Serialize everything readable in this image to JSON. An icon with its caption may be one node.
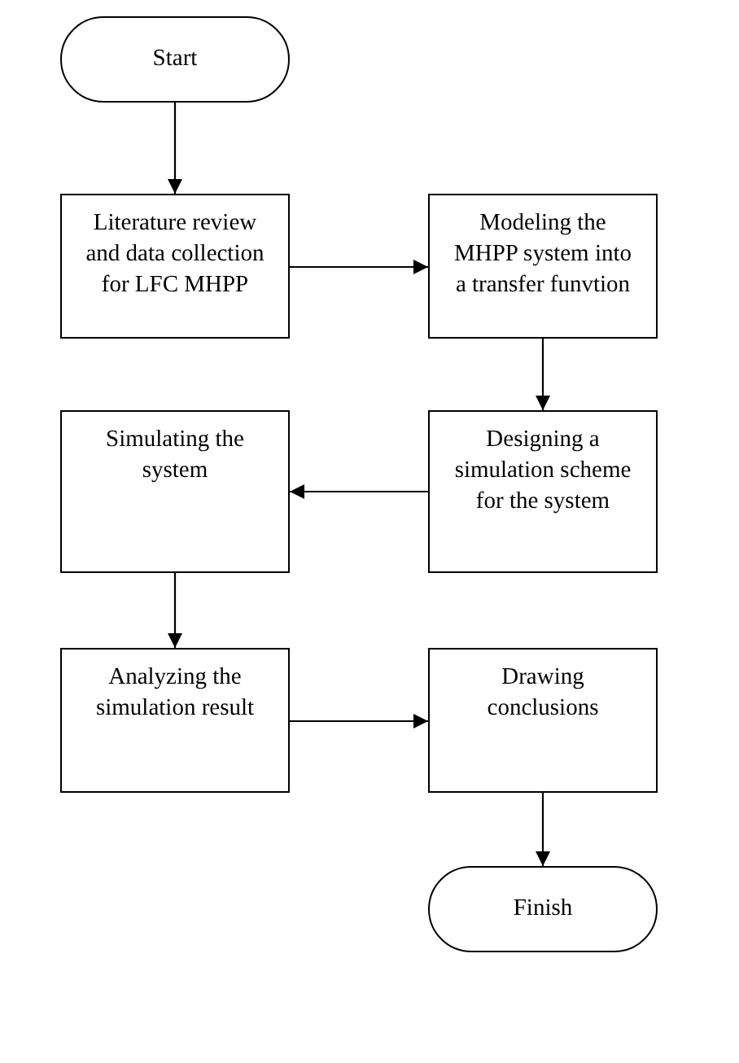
{
  "diagram": {
    "nodes": [
      {
        "text": [
          "Start"
        ]
      },
      {
        "text": [
          "Literature review and data collection for LFC MHPP"
        ]
      },
      {
        "text": [
          "Modeling the MHPP system into a transfer funvtion"
        ]
      },
      {
        "text": [
          "Designing a simulation scheme for the system"
        ]
      },
      {
        "text": [
          "Simulating the system"
        ]
      },
      {
        "text": [
          "Analyzing the simulation result"
        ]
      },
      {
        "text": [
          "Drawing conclusions"
        ]
      },
      {
        "text": [
          "Finish"
        ]
      }
    ],
    "edges": [
      {
        "from": 0,
        "to": 1,
        "arrow": "to"
      },
      {
        "from": 1,
        "to": 2,
        "arrow": "to"
      },
      {
        "from": 2,
        "to": 3,
        "arrow": "to"
      },
      {
        "from": 3,
        "to": 4,
        "arrow": "to"
      },
      {
        "from": 4,
        "to": 5,
        "arrow": "to"
      },
      {
        "from": 5,
        "to": 6,
        "arrow": "to"
      },
      {
        "from": 6,
        "to": 7,
        "arrow": "to"
      }
    ]
  }
}
